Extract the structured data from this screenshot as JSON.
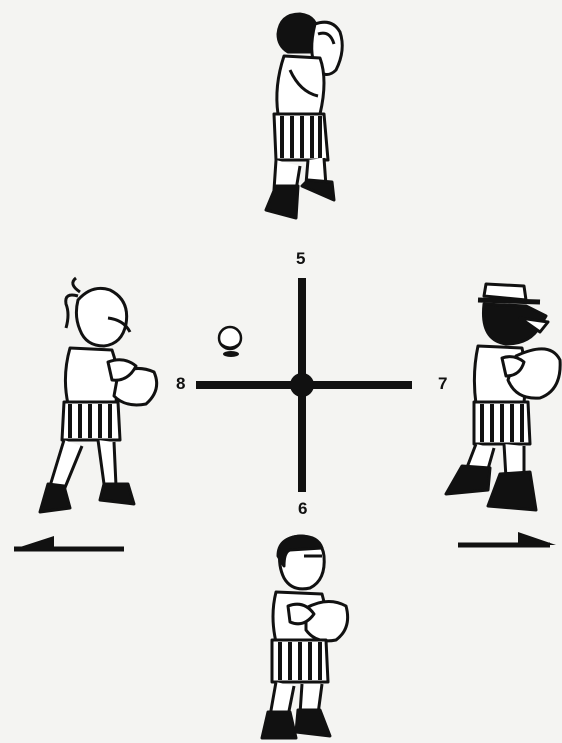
{
  "labels": {
    "up": "5",
    "down": "6",
    "right": "7",
    "left": "8"
  },
  "colors": {
    "background": "#f4f4f2",
    "ink": "#111111",
    "figure_fill": "#ffffff"
  }
}
